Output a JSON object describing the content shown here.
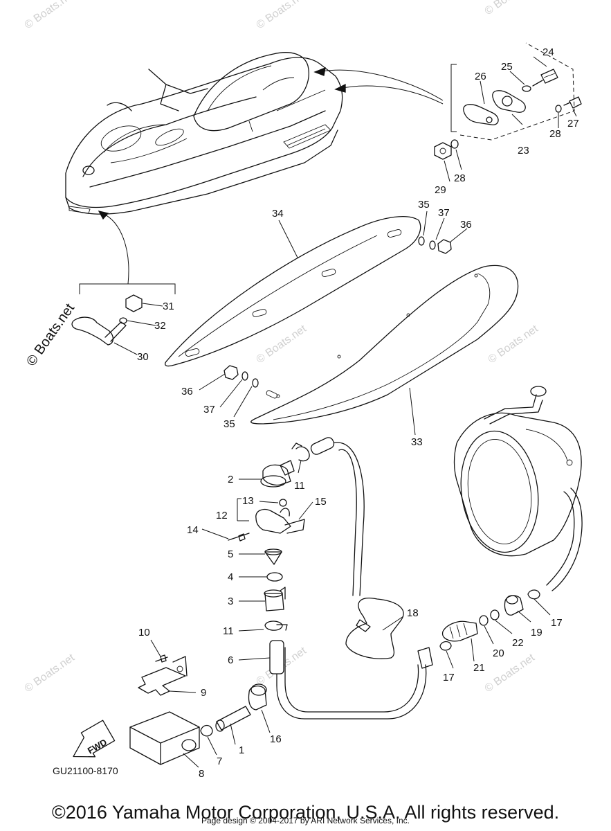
{
  "watermarks": {
    "main": "© Boats.net",
    "faint": "© Boats.net"
  },
  "diagram_code": "GU21100-8170",
  "fwd_label": "FWD",
  "callouts": [
    "1",
    "2",
    "3",
    "4",
    "5",
    "6",
    "7",
    "8",
    "9",
    "10",
    "11",
    "11",
    "12",
    "13",
    "14",
    "15",
    "16",
    "17",
    "17",
    "18",
    "19",
    "20",
    "21",
    "22",
    "23",
    "24",
    "25",
    "26",
    "27",
    "28",
    "28",
    "29",
    "30",
    "31",
    "32",
    "33",
    "34",
    "35",
    "35",
    "36",
    "36",
    "37",
    "37"
  ],
  "footer": {
    "copyright": "©2016 Yamaha Motor Corporation, U.S.A. All rights reserved.",
    "credit": "Page design © 2004-2017 by ARI Network Services, Inc."
  }
}
